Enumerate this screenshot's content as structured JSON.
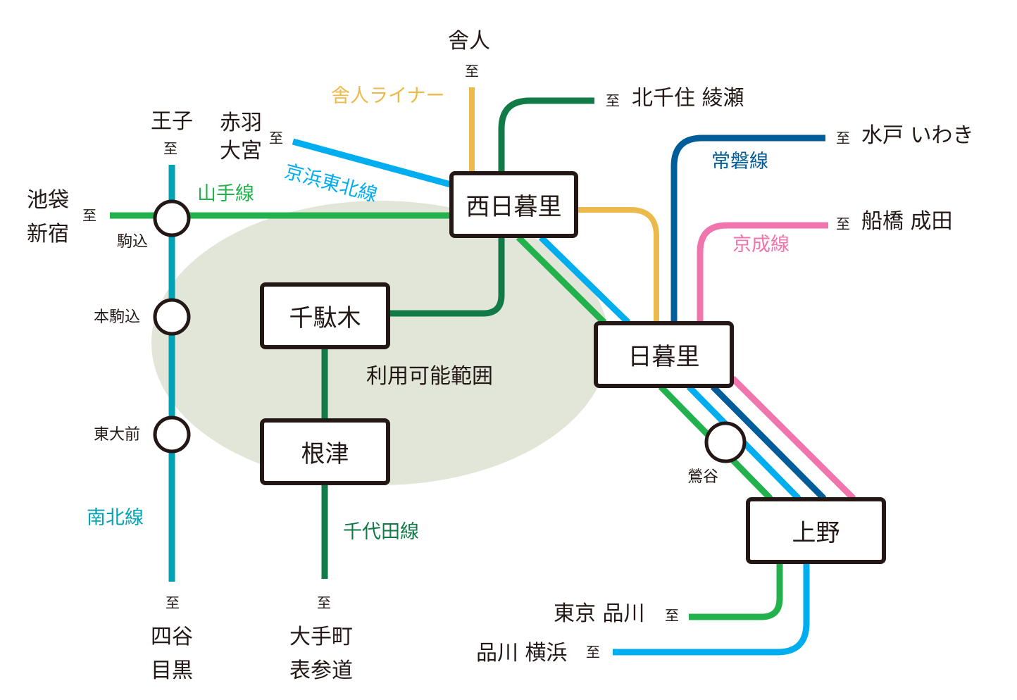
{
  "title": "利用可能範囲 路線図",
  "area_label": "利用可能範囲",
  "to_marker": "至",
  "colors": {
    "yamanote": "#22b14c",
    "keihin_tohoku": "#00aeef",
    "joban": "#005d9a",
    "keisei": "#f075ac",
    "nippori_toneri_liner": "#ecba4a",
    "chiyoda": "#117a47",
    "namboku": "#00a3b5",
    "area_fill": "#e2e6d8",
    "station_border": "#231815"
  },
  "lines": {
    "yamanote": "山手線",
    "keihin_tohoku": "京浜東北線",
    "joban": "常磐線",
    "keisei": "京成線",
    "toneri_liner": "舎人ライナー",
    "chiyoda": "千代田線",
    "namboku": "南北線"
  },
  "major_stations": {
    "nishi_nippori": "西日暮里",
    "nippori": "日暮里",
    "sendagi": "千駄木",
    "nezu": "根津",
    "ueno": "上野"
  },
  "minor_stations": {
    "komagome": "駒込",
    "hon_komagome": "本駒込",
    "todaimae": "東大前",
    "uguisudani": "鶯谷"
  },
  "destinations": {
    "toneri": "舎人",
    "kitasenju_ayase": "北千住 綾瀬",
    "mito_iwaki": "水戸 いわき",
    "funabashi_narita": "船橋 成田",
    "oji": "王子",
    "akabane": "赤羽",
    "omiya": "大宮",
    "ikebukuro": "池袋",
    "shinjuku": "新宿",
    "yotsuya": "四谷",
    "meguro": "目黒",
    "otemachi": "大手町",
    "omotesando": "表参道",
    "tokyo_shinagawa": "東京 品川",
    "shinagawa_yokohama": "品川 横浜"
  }
}
